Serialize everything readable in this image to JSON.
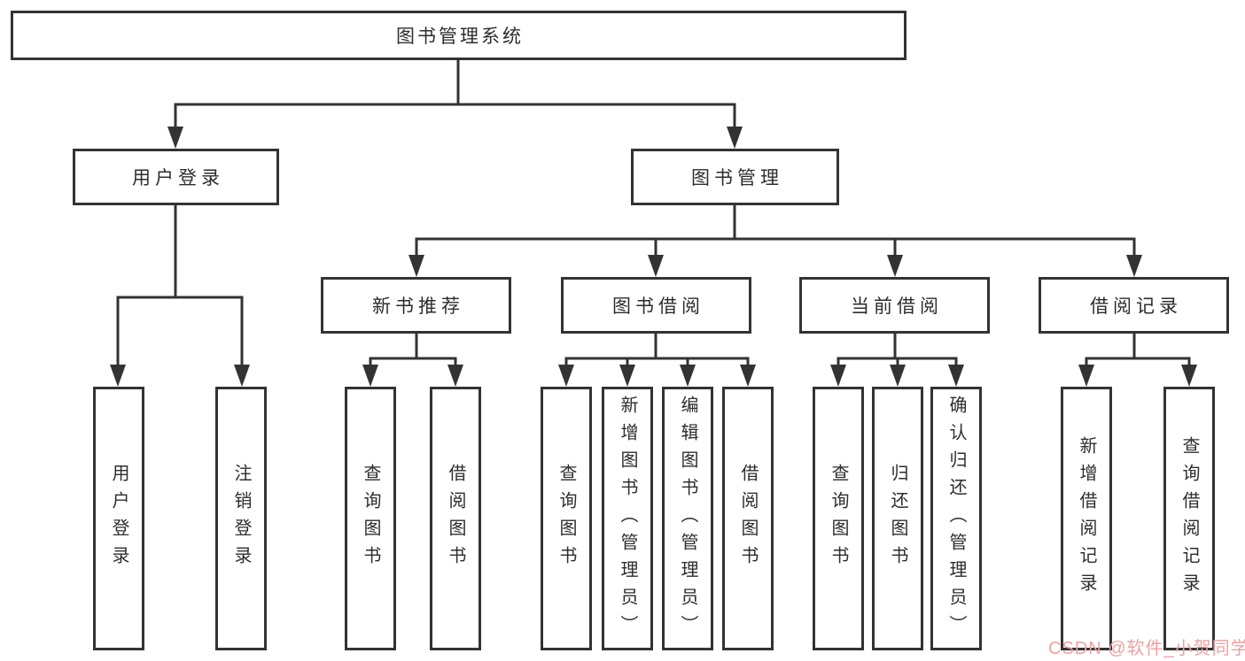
{
  "colors": {
    "line": "#333333",
    "background": "#ffffff",
    "text": "#2d2d2d",
    "watermark": "#f2a0a0"
  },
  "watermark": {
    "text": "CSDN @软件_小贺同学"
  },
  "tree": {
    "label": "图书管理系统",
    "children": [
      {
        "label": "用户登录",
        "children": [
          {
            "label": "用户登录"
          },
          {
            "label": "注销登录"
          }
        ]
      },
      {
        "label": "图书管理",
        "children": [
          {
            "label": "新书推荐",
            "children": [
              {
                "label": "查询图书"
              },
              {
                "label": "借阅图书"
              }
            ]
          },
          {
            "label": "图书借阅",
            "children": [
              {
                "label": "查询图书"
              },
              {
                "label": "新增图书（管理员）"
              },
              {
                "label": "编辑图书（管理员）"
              },
              {
                "label": "借阅图书"
              }
            ]
          },
          {
            "label": "当前借阅",
            "children": [
              {
                "label": "查询图书"
              },
              {
                "label": "归还图书"
              },
              {
                "label": "确认归还（管理员）"
              }
            ]
          },
          {
            "label": "借阅记录",
            "children": [
              {
                "label": "新增借阅记录"
              },
              {
                "label": "查询借阅记录"
              }
            ]
          }
        ]
      }
    ]
  }
}
